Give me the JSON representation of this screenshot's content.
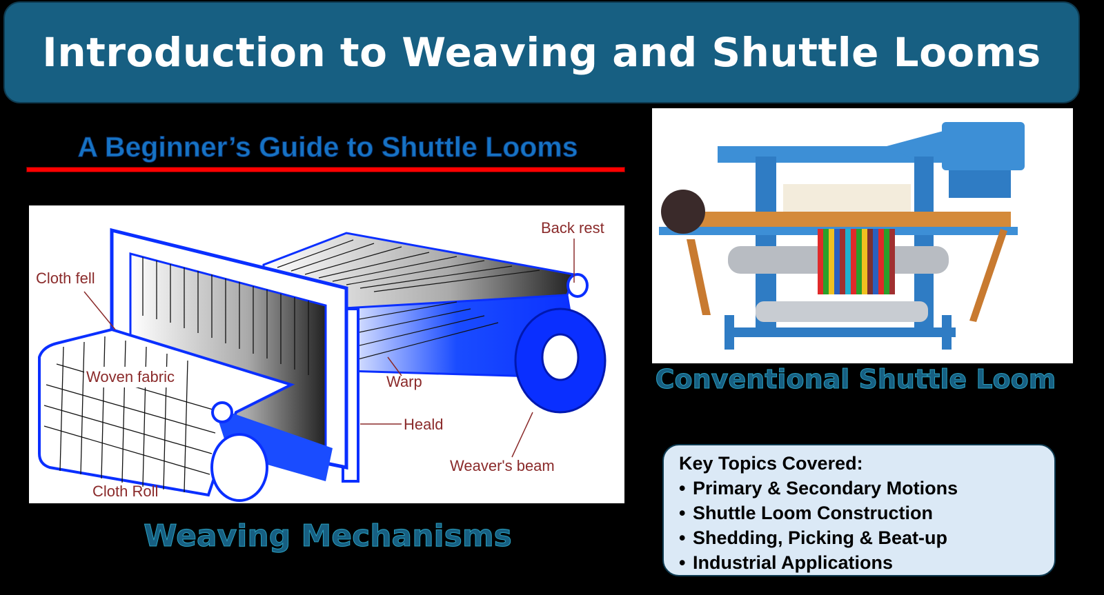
{
  "header": {
    "title": "Introduction to Weaving and Shuttle Looms"
  },
  "subtitle": "A Beginner’s Guide to Shuttle Looms",
  "diagram": {
    "caption": "Weaving Mechanisms",
    "labels": {
      "cloth_fell": "Cloth fell",
      "woven_fabric": "Woven fabric",
      "cloth_roll": "Cloth Roll",
      "back_rest": "Back rest",
      "warp": "Warp",
      "heald": "Heald",
      "weavers_beam": "Weaver's beam"
    }
  },
  "photo": {
    "caption": "Conventional Shuttle Loom"
  },
  "topics": {
    "heading": "Key Topics Covered:",
    "bullet": "•",
    "items": [
      "Primary & Secondary Motions",
      "Shuttle Loom Construction",
      "Shedding, Picking & Beat-up",
      "Industrial Applications"
    ]
  },
  "colors": {
    "title_bg": "#175f82",
    "subtitle_text": "#1673c4",
    "rule": "#ff0000",
    "topics_bg": "#dbe9f6",
    "diagram_blue": "#0a2fff",
    "label_red": "#8a2a2a"
  }
}
